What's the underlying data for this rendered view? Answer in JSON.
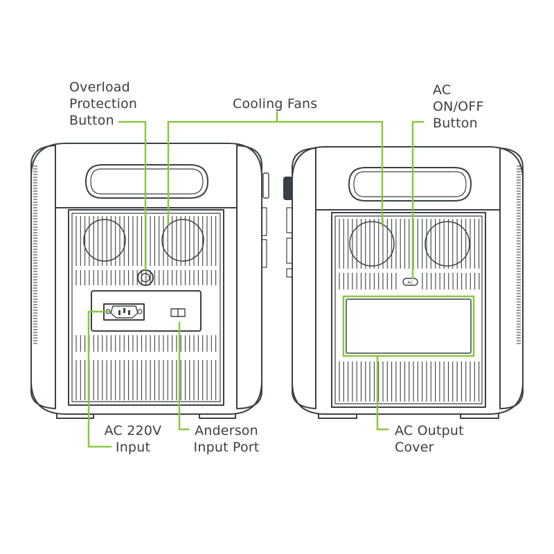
{
  "accent_color": "#8cc63f",
  "line_color": "#3a3f44",
  "callouts": {
    "overload": [
      "Overload",
      "Protection",
      "Button"
    ],
    "cooling_fans": "Cooling Fans",
    "ac_switch": [
      "AC",
      "ON/OFF",
      "Button"
    ],
    "ac_input": [
      "AC 220V",
      "Input"
    ],
    "anderson": [
      "Anderson",
      "Input Port"
    ],
    "ac_output": [
      "AC Output",
      "Cover"
    ]
  },
  "panel_marking": "AC"
}
